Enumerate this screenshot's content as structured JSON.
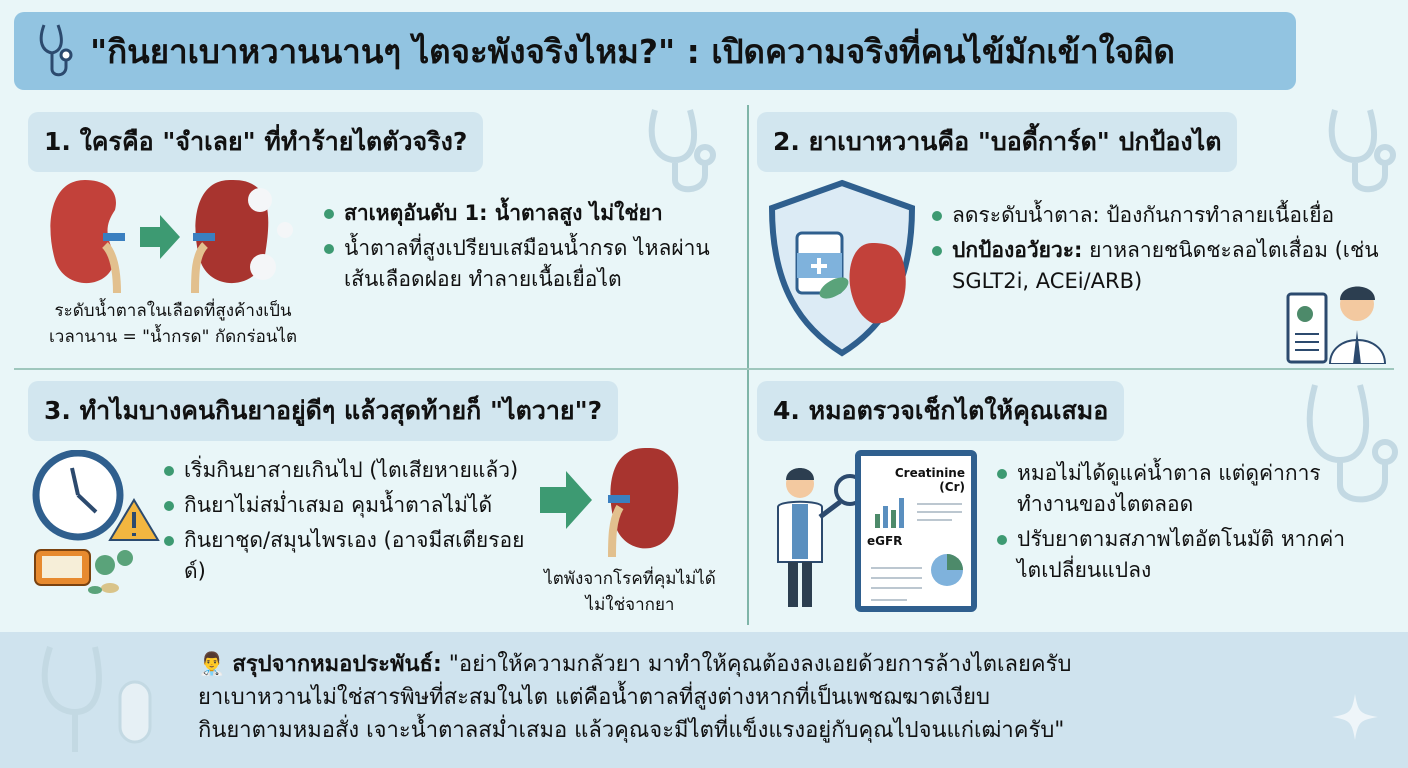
{
  "title": "\"กินยาเบาหวานนานๆ ไตจะพังจริงไหม?\" : เปิดความจริงที่คนไข้มักเข้าใจผิด",
  "colors": {
    "title_bg": "#92c4e1",
    "pill_bg": "#d2e6ef",
    "bullet": "#3d9a72",
    "kidney": "#c2413a",
    "arrow": "#3d9a72",
    "bottom_bg": "#cfe3ee"
  },
  "sections": [
    {
      "heading": "1. ใครคือ \"จำเลย\" ที่ทำร้ายไตตัวจริง?",
      "bullets": [
        {
          "bold": "สาเหตุอันดับ 1: น้ำตาลสูง ไม่ใช่ยา",
          "text": ""
        },
        {
          "bold": "",
          "text": "น้ำตาลที่สูงเปรียบเสมือนน้ำกรด ไหลผ่านเส้นเลือดฝอย ทำลายเนื้อเยื่อไต"
        }
      ],
      "caption": [
        "ระดับน้ำตาลในเลือดที่สูงค้างเป็น",
        "เวลานาน = \"น้ำกรด\" กัดกร่อนไต"
      ],
      "icons": [
        "healthy-kidney-icon",
        "arrow-right-icon",
        "damaged-kidney-icon"
      ]
    },
    {
      "heading": "2. ยาเบาหวานคือ \"บอดี้การ์ด\" ปกป้องไต",
      "bullets": [
        {
          "bold": "",
          "text": "ลดระดับน้ำตาล: ป้องกันการทำลายเนื้อเยื่อ"
        },
        {
          "bold": "ปกป้องอวัยวะ:",
          "text": " ยาหลายชนิดชะลอไตเสื่อม (เช่น SGLT2i, ACEi/ARB)"
        }
      ],
      "icons": [
        "shield-medicine-icon",
        "doctor-clipboard-icon"
      ]
    },
    {
      "heading": "3. ทำไมบางคนกินยาอยู่ดีๆ แล้วสุดท้ายก็ \"ไตวาย\"?",
      "bullets": [
        {
          "bold": "",
          "text": "เริ่มกินยาสายเกินไป (ไตเสียหายแล้ว)"
        },
        {
          "bold": "",
          "text": "กินยาไม่สม่ำเสมอ คุมน้ำตาลไม่ได้"
        },
        {
          "bold": "",
          "text": "กินยาชุด/สมุนไพรเอง (อาจมีสเตียรอยด์)"
        }
      ],
      "caption": [
        "ไตพังจากโรคที่คุมไม่ได้",
        "ไม่ใช่จากยา"
      ],
      "icons": [
        "broken-clock-icon",
        "warning-icon",
        "herbal-pills-icon",
        "arrow-right-icon",
        "damaged-kidney-icon"
      ]
    },
    {
      "heading": "4. หมอตรวจเช็กไตให้คุณเสมอ",
      "bullets": [
        {
          "bold": "",
          "text": "หมอไม่ได้ดูแค่น้ำตาล แต่ดูค่าการทำงานของไตตลอด"
        },
        {
          "bold": "",
          "text": "ปรับยาตามสภาพไตอัตโนมัติ หากค่าไตเปลี่ยนแปลง"
        }
      ],
      "clipboard": {
        "label1": "Creatinine (Cr)",
        "label2": "eGFR"
      },
      "icons": [
        "doctor-magnifier-icon",
        "clipboard-report-icon"
      ]
    }
  ],
  "summary": {
    "label": "สรุปจากหมอประพันธ์:",
    "lines": [
      "\"อย่าให้ความกลัวยา มาทำให้คุณต้องลงเอยด้วยการล้างไตเลยครับ",
      "ยาเบาหวานไม่ใช่สารพิษที่สะสมในไต แต่คือน้ำตาลที่สูงต่างหากที่เป็นเพชฌฆาตเงียบ",
      "กินยาตามหมอสั่ง เจาะน้ำตาลสม่ำเสมอ แล้วคุณจะมีไตที่แข็งแรงอยู่กับคุณไปจนแก่เฒ่าครับ\""
    ],
    "icon": "doctor-emoji-icon"
  }
}
